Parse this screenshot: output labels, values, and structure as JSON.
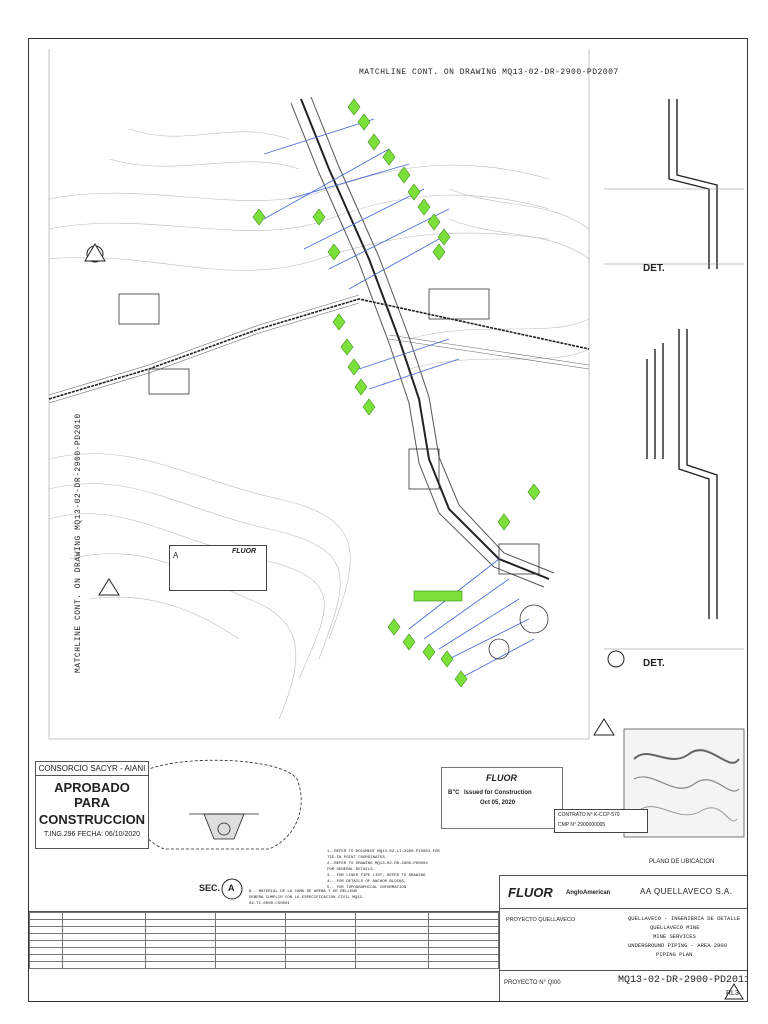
{
  "drawing": {
    "matchline_top": "MATCHLINE CONT. ON DRAWING MQ13-02-DR-2900-PD2007",
    "matchline_left": "MATCHLINE CONT. ON DRAWING MQ13-02-DR-2900-PD2010",
    "detail1_label": "DET.",
    "detail2_label": "DET.",
    "section_label": "SEC.",
    "section_letter": "A"
  },
  "stamp": {
    "company": "CONSORCIO SACYR - AIANI",
    "line1": "APROBADO PARA",
    "line2": "CONSTRUCCION",
    "footer": "T.ING.296   FECHA: 06/10/2020"
  },
  "fluor_stamp": {
    "brand": "FLUOR",
    "code": "B\"C",
    "text": "Issued for Construction",
    "date": "Oct 05, 2020"
  },
  "fluor_box": {
    "letter": "A",
    "brand": "FLUOR"
  },
  "contract": {
    "contrato": "CONTRATO N° K-CCP-570",
    "cmp": "CMP N° 2900000005"
  },
  "title_block": {
    "location_label": "PLANO DE UBICACION",
    "fluor": "FLUOR",
    "anglo": "AngloAmerican",
    "client": "AA QUELLAVECO S.A.",
    "line1": "QUELLAVECO - INGENIERIA DE DETALLE",
    "line2": "QUELLAVECO MINE",
    "line3": "MINE SERVICES",
    "line4": "UNDERGROUND PIPING - AREA 2900",
    "line5": "PIPING PLAN",
    "proyecto": "PROYECTO QUELLAVECO",
    "proyecto_no": "PROYECTO N° QI00",
    "drawing_no": "MQ13-02-DR-2900-PD2011",
    "rev": "RL3"
  },
  "notes": [
    "1.-REFER TO DOCUMENT MQ13-02-LI-2900-PI0001 FOR",
    "TIE-IN POINT COORDINATES.",
    "2.-REFER TO DRAWING MQ13-02-DR-2900-PD0004",
    "FOR GENERAL DETAILS.",
    "3.- FOR LINES PIPE LIST, REFER TO DRAWING",
    "4.- FOR DETAILS OF ANCHOR BLOCKS,",
    "5.- FOR TOPOGRAPHICAL INFORMATION"
  ],
  "section_note": "B - MATERIAL DE LA CAMA DE ARENA Y DE RELLENO DEBERA CUMPLIR CON LA ESPECIFICACION CIVIL MQ13-02-TC-0000-CS0001"
}
